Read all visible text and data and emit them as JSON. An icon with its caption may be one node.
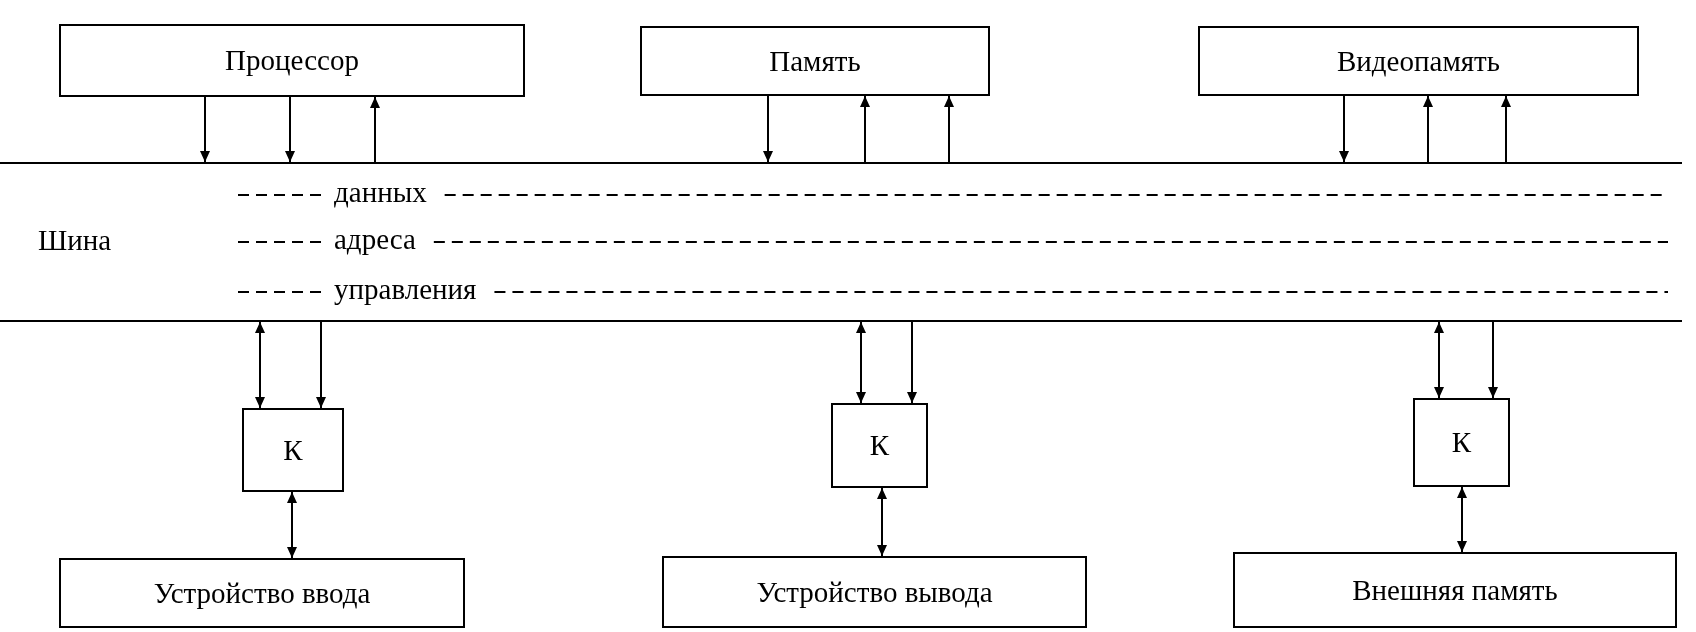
{
  "diagram": {
    "nodes": [
      {
        "text": [
          "Процессор"
        ]
      },
      {
        "text": [
          "Память"
        ]
      },
      {
        "text": [
          "Видеопамять"
        ]
      },
      {
        "text": [
          "Шина"
        ]
      },
      {
        "text": [
          "К"
        ]
      },
      {
        "text": [
          "К"
        ]
      },
      {
        "text": [
          "К"
        ]
      },
      {
        "text": [
          "Устройство ввода"
        ]
      },
      {
        "text": [
          "Устройство вывода"
        ]
      },
      {
        "text": [
          "Внешняя память"
        ]
      }
    ],
    "edges": [
      {
        "from": 0,
        "to": 3,
        "arrow": "to"
      },
      {
        "from": 0,
        "to": 3,
        "arrow": "to"
      },
      {
        "from": 3,
        "to": 0,
        "arrow": "to"
      },
      {
        "from": 1,
        "to": 3,
        "arrow": "to"
      },
      {
        "from": 3,
        "to": 1,
        "arrow": "to"
      },
      {
        "from": 3,
        "to": 1,
        "arrow": "to"
      },
      {
        "from": 2,
        "to": 3,
        "arrow": "to"
      },
      {
        "from": 3,
        "to": 2,
        "arrow": "to"
      },
      {
        "from": 3,
        "to": 2,
        "arrow": "to"
      },
      {
        "from": 3,
        "to": 4,
        "arrow": "both"
      },
      {
        "from": 3,
        "to": 4,
        "arrow": "to"
      },
      {
        "from": 3,
        "to": 5,
        "arrow": "both"
      },
      {
        "from": 3,
        "to": 5,
        "arrow": "to"
      },
      {
        "from": 3,
        "to": 6,
        "arrow": "both"
      },
      {
        "from": 3,
        "to": 6,
        "arrow": "to"
      },
      {
        "from": 4,
        "to": 7,
        "arrow": "both"
      },
      {
        "from": 5,
        "to": 8,
        "arrow": "both"
      },
      {
        "from": 6,
        "to": 9,
        "arrow": "both"
      }
    ],
    "labels": [
      "данных",
      "адреса",
      "управления"
    ]
  }
}
